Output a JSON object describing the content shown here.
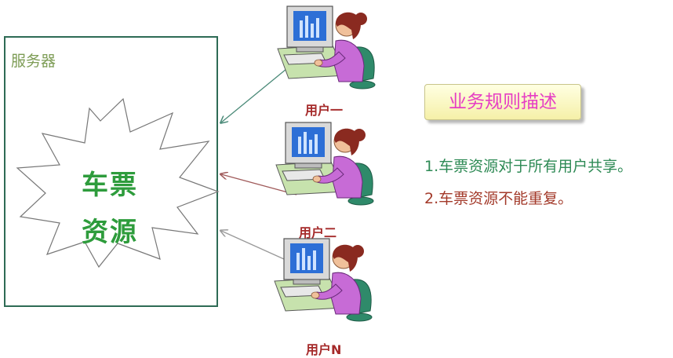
{
  "server": {
    "label": "服务器"
  },
  "resource": {
    "line1": "车票",
    "line2": "资源"
  },
  "users": [
    {
      "label": "用户一"
    },
    {
      "label": "用户二"
    },
    {
      "label": "用户N"
    }
  ],
  "rules": {
    "title": "业务规则描述",
    "items": [
      "1.车票资源对于所有用户共享。",
      "2.车票资源不能重复。"
    ]
  },
  "colors": {
    "server_border": "#2e6b55",
    "ticket_text": "#2e9c3c",
    "user_label": "#a52a2a",
    "rule_title": "#e63ec4",
    "rule_1": "#2e8a55",
    "rule_2": "#a33a2a"
  },
  "icons": [
    "user-at-computer-icon",
    "starburst-shape",
    "arrow-icon"
  ]
}
